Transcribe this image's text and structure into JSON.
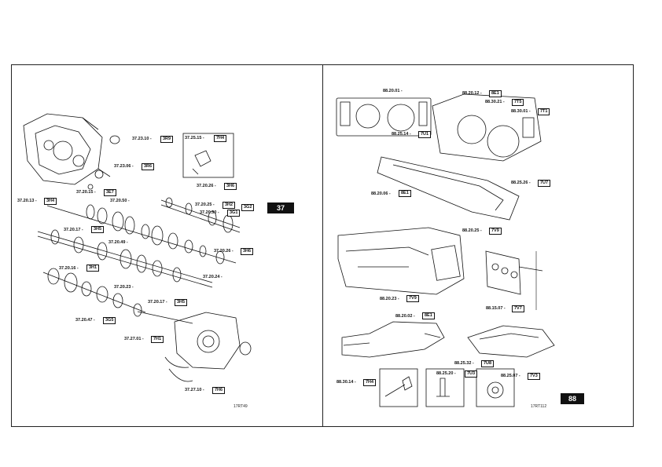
{
  "pages": {
    "left": {
      "number": "37",
      "ref": "17RT49"
    },
    "right": {
      "number": "88",
      "ref": "17RT112"
    }
  },
  "left_callouts": [
    {
      "id": "37.23.10",
      "code": "3R9"
    },
    {
      "id": "37.25.15",
      "code": "7H4"
    },
    {
      "id": "37.23.06",
      "code": "3R6"
    },
    {
      "id": "37.20.26",
      "code": "3H6"
    },
    {
      "id": "37.20.15",
      "code": "3E7"
    },
    {
      "id": "37.20.13",
      "code": "3H4"
    },
    {
      "id": "37.20.50",
      "code": ""
    },
    {
      "id": "37.20.25",
      "code": "3H2"
    },
    {
      "id": "37.20.50",
      "code": "3G1"
    },
    {
      "id": "37.20.17",
      "code": "3H5"
    },
    {
      "id": "37.20.49",
      "code": ""
    },
    {
      "id": "37.20.26",
      "code": "3H6"
    },
    {
      "id": "37.20.16",
      "code": "3H1"
    },
    {
      "id": "37.20.24",
      "code": ""
    },
    {
      "id": "37.20.23",
      "code": ""
    },
    {
      "id": "37.20.17",
      "code": "3H5"
    },
    {
      "id": "37.20.47",
      "code": "3G5"
    },
    {
      "id": "37.27.01",
      "code": "7H1"
    },
    {
      "id": "37.27.10",
      "code": "7H6"
    }
  ],
  "left_extra_code": "3G2",
  "right_callouts": [
    {
      "id": "88.20.01",
      "code": ""
    },
    {
      "id": "88.20.12",
      "code": "8E1"
    },
    {
      "id": "88.30.21",
      "code": "7T5"
    },
    {
      "id": "88.30.01",
      "code": "7T1"
    },
    {
      "id": "88.25.14",
      "code": "7U1"
    },
    {
      "id": "88.25.26",
      "code": "7U7"
    },
    {
      "id": "88.20.06",
      "code": "8E1"
    },
    {
      "id": "88.20.25",
      "code": "7V9"
    },
    {
      "id": "88.20.23",
      "code": "7V9"
    },
    {
      "id": "88.15.07",
      "code": "7V7"
    },
    {
      "id": "88.20.02",
      "code": "8E1"
    },
    {
      "id": "88.25.32",
      "code": "7U8"
    },
    {
      "id": "88.30.14",
      "code": "7H4"
    },
    {
      "id": "88.25.20",
      "code": "7U3"
    },
    {
      "id": "88.25.07",
      "code": "7V3"
    }
  ]
}
